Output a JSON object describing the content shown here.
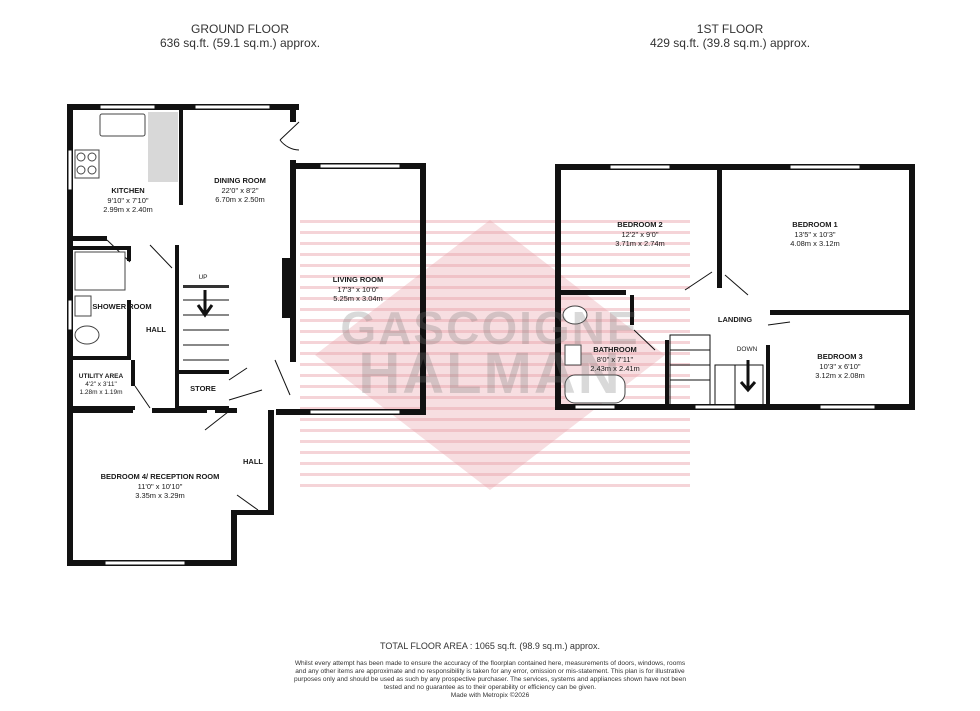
{
  "ground_floor": {
    "title": "GROUND FLOOR",
    "area": "636 sq.ft. (59.1 sq.m.) approx."
  },
  "first_floor": {
    "title": "1ST FLOOR",
    "area": "429 sq.ft. (39.8 sq.m.) approx."
  },
  "rooms": {
    "kitchen": {
      "name": "KITCHEN",
      "imperial": "9'10\" x 7'10\"",
      "metric": "2.99m x 2.40m"
    },
    "dining": {
      "name": "DINING ROOM",
      "imperial": "22'0\" x 8'2\"",
      "metric": "6.70m x 2.50m"
    },
    "living": {
      "name": "LIVING ROOM",
      "imperial": "17'3\" x 10'0\"",
      "metric": "5.25m x 3.04m"
    },
    "shower": {
      "name": "SHOWER ROOM"
    },
    "hall1": {
      "name": "HALL"
    },
    "utility": {
      "name": "UTILITY AREA",
      "imperial": "4'2\" x 3'11\"",
      "metric": "1.28m x 1.19m"
    },
    "store": {
      "name": "STORE"
    },
    "hall2": {
      "name": "HALL"
    },
    "bedroom4": {
      "name": "BEDROOM 4/ RECEPTION ROOM",
      "imperial": "11'0\" x 10'10\"",
      "metric": "3.35m x 3.29m"
    },
    "bedroom2": {
      "name": "BEDROOM 2",
      "imperial": "12'2\" x 9'0\"",
      "metric": "3.71m x 2.74m"
    },
    "bedroom1": {
      "name": "BEDROOM 1",
      "imperial": "13'5\" x 10'3\"",
      "metric": "4.08m x 3.12m"
    },
    "landing": {
      "name": "LANDING"
    },
    "bathroom": {
      "name": "BATHROOM",
      "imperial": "8'0\" x 7'11\"",
      "metric": "2.43m x 2.41m"
    },
    "bedroom3": {
      "name": "BEDROOM 3",
      "imperial": "10'3\" x 6'10\"",
      "metric": "3.12m x 2.08m"
    }
  },
  "stairs": {
    "up_label": "UP",
    "down_label": "DOWN"
  },
  "watermark": {
    "line1": "GASCOIGNE",
    "line2": "HALMAN",
    "color": "#e8a0a8"
  },
  "footer": {
    "total": "TOTAL FLOOR AREA : 1065 sq.ft. (98.9 sq.m.) approx.",
    "disclaimer": "Whilst every attempt has been made to ensure the accuracy of the floorplan contained here, measurements of doors, windows, rooms and any other items are approximate and no responsibility is taken for any error, omission or mis-statement. This plan is for illustrative purposes only and should be used as such by any prospective purchaser. The services, systems and appliances shown have not been tested and no guarantee as to their operability or efficiency can be given.",
    "made_with": "Made with Metropix ©2026"
  },
  "colors": {
    "wall": "#111111",
    "fixture": "#444444",
    "tile": "#d8d8d8"
  }
}
